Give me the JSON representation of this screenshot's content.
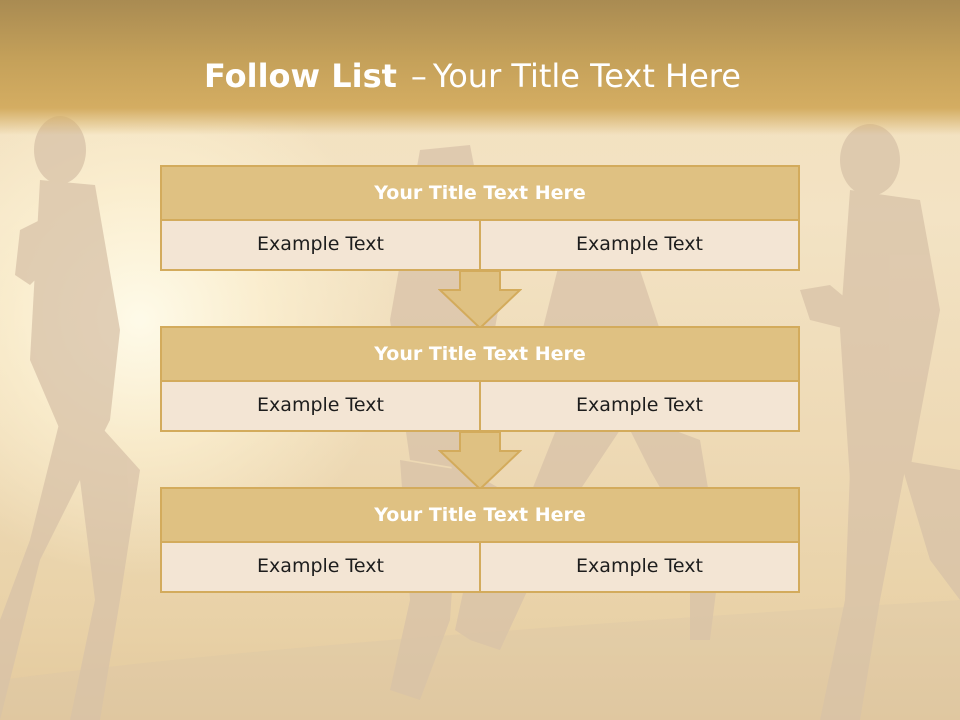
{
  "title": {
    "bold": "Follow List",
    "separator": "–",
    "rest": "Your Title Text Here"
  },
  "blocks": [
    {
      "title": "Your Title Text Here",
      "left": "Example Text",
      "right": "Example Text"
    },
    {
      "title": "Your Title Text Here",
      "left": "Example Text",
      "right": "Example Text"
    },
    {
      "title": "Your Title Text Here",
      "left": "Example Text",
      "right": "Example Text"
    }
  ],
  "colors": {
    "accent": "#d3ab5c",
    "title_fill": "#dfc182",
    "cell_fill": "#f3e5d4"
  }
}
